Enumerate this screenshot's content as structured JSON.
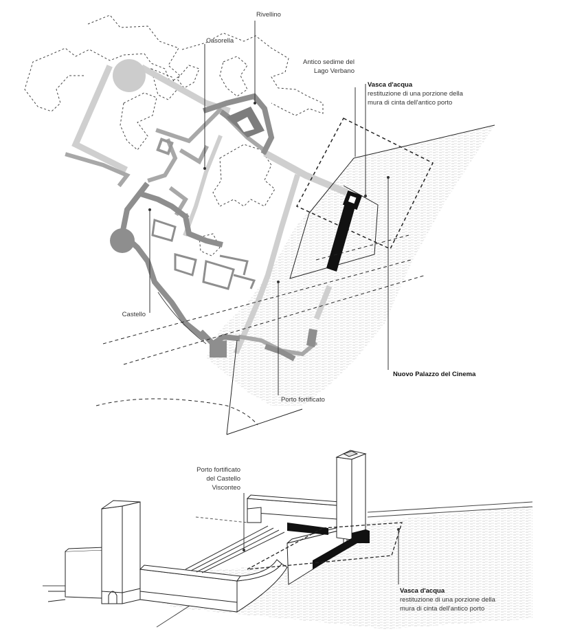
{
  "plan": {
    "labels": {
      "rivellino": "Rivellino",
      "casorella": "Casorella",
      "antico_sedime": [
        "Antico sedime del",
        "Lago Verbano"
      ],
      "vasca_title": "Vasca d'acqua",
      "vasca_desc": [
        "restituzione di una porzione della",
        "mura di cinta dell'antico porto"
      ],
      "castello": "Castello",
      "nuovo_palazzo": "Nuovo Palazzo del Cinema",
      "porto_fortificato": "Porto fortificato"
    }
  },
  "perspective": {
    "labels": {
      "porto_castello": [
        "Porto fortificato",
        "del Castello",
        "Visconteo"
      ],
      "vasca_title": "Vasca d'acqua",
      "vasca_desc": [
        "restituzione di una porzione della",
        "mura di cinta dell'antico porto"
      ]
    }
  },
  "colors": {
    "wall_dark": "#8c8c8c",
    "wall_mid": "#b3b3b3",
    "wall_light": "#d6d6d6",
    "new_wall": "#111111",
    "water_dash": "#c8c8c8",
    "line": "#222222"
  }
}
